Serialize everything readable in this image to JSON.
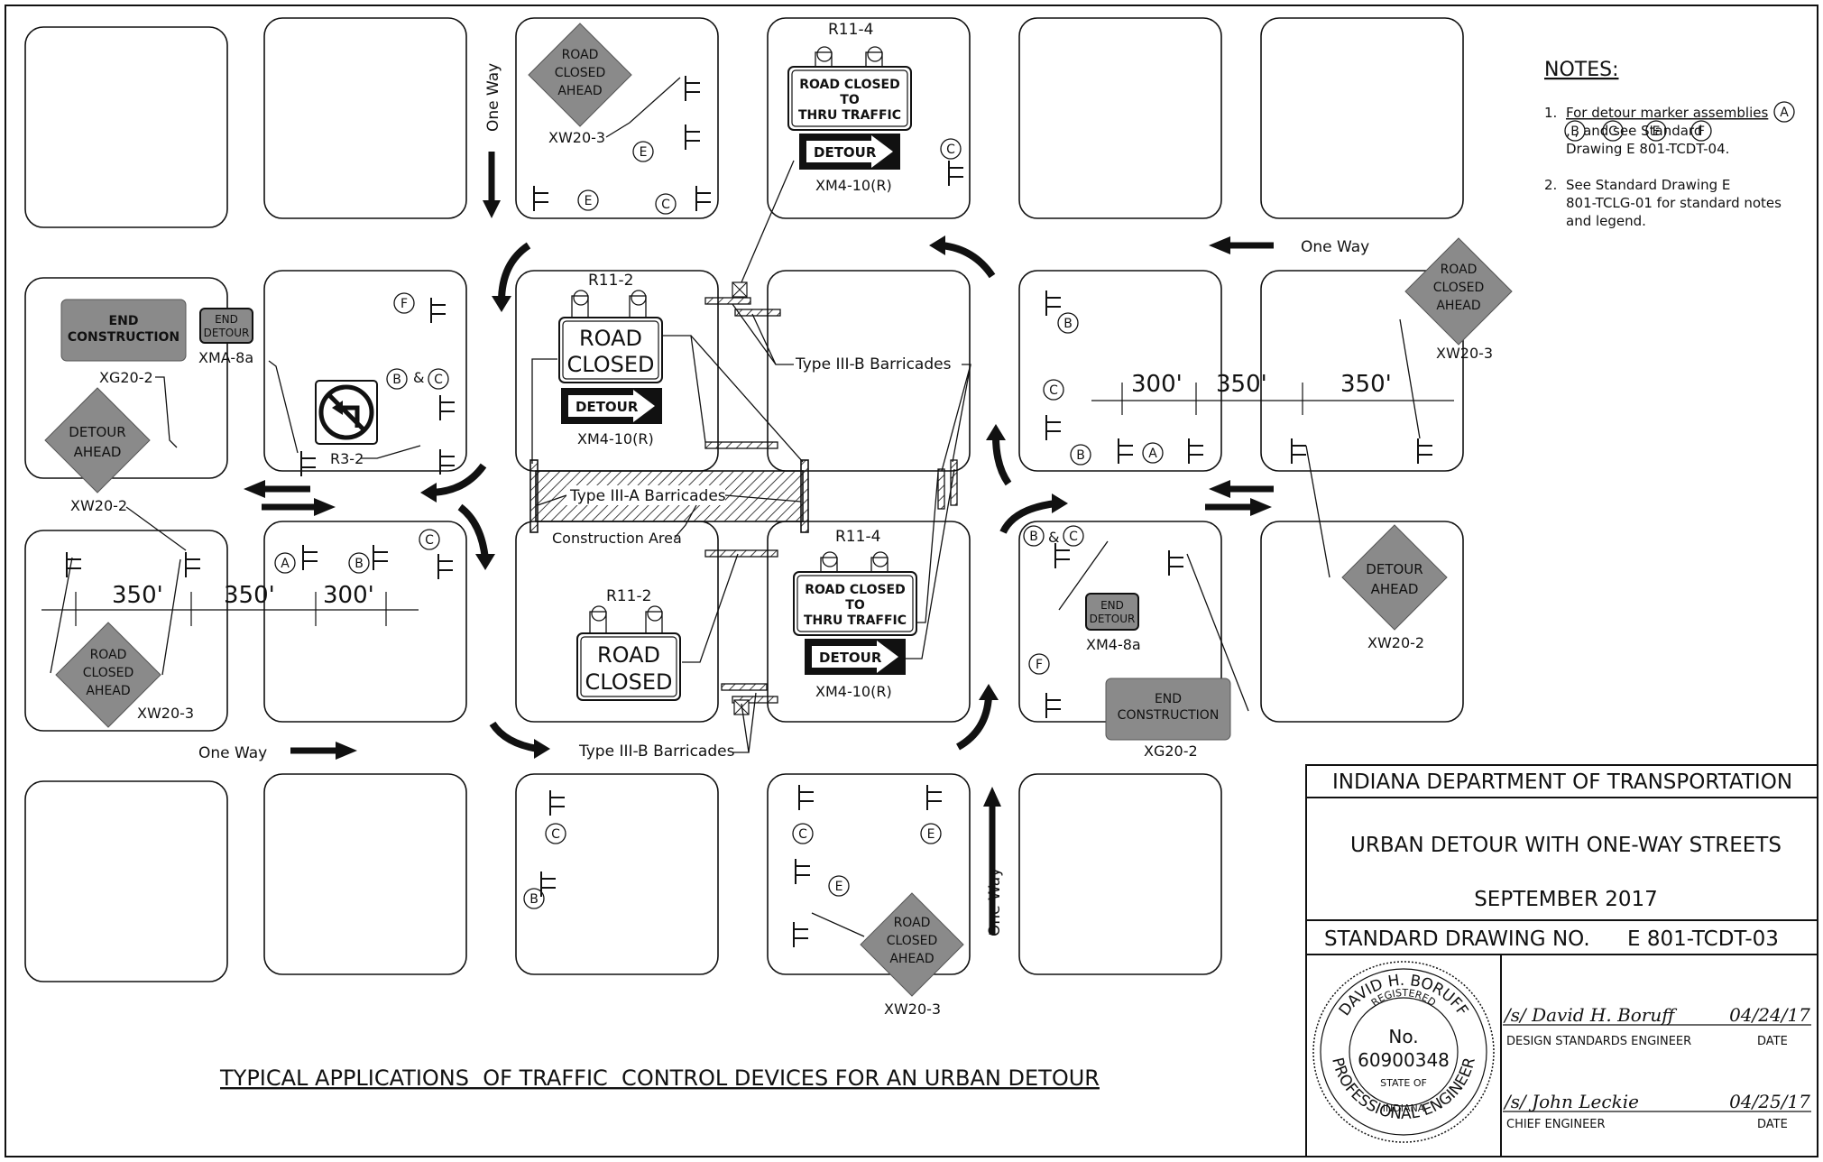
{
  "signs": {
    "road_closed_ahead": "ROAD CLOSED AHEAD",
    "road_closed": "ROAD CLOSED",
    "road_closed_thru": "ROAD CLOSED TO THRU TRAFFIC",
    "detour": "DETOUR",
    "detour_ahead": "DETOUR AHEAD",
    "end_construction": "END CONSTRUCTION",
    "end_detour": "END DETOUR"
  },
  "labels": {
    "one_way": "One Way",
    "xw20_3": "XW20-3",
    "xw20_2": "XW20-2",
    "r11_4": "R11-4",
    "r11_2": "R11-2",
    "xm4_10r": "XM4-10(R)",
    "xg20_2": "XG20-2",
    "xma_8a": "XMA-8a",
    "xm4_8a": "XM4-8a",
    "r3_2": "R3-2",
    "type_iii_b": "Type III-B Barricades",
    "type_iii_a": "Type III-A Barricades",
    "construction_area": "Construction Area",
    "and": "&",
    "d350": "350'",
    "d300": "300'"
  },
  "markers": [
    "A",
    "B",
    "C",
    "E",
    "F"
  ],
  "notes": {
    "title": "NOTES:",
    "items": [
      {
        "num": "1.",
        "text": "For detour marker assemblies A, B, C, E and F see Standard Drawing E 801-TCDT-04."
      },
      {
        "num": "2.",
        "text": "See Standard Drawing E 801-TCLG-01 for standard notes and legend."
      }
    ]
  },
  "title_block": {
    "agency": "INDIANA DEPARTMENT OF TRANSPORTATION",
    "drawing_title": "URBAN DETOUR WITH ONE-WAY STREETS",
    "date": "SEPTEMBER 2017",
    "std_label": "STANDARD DRAWING NO.",
    "std_no": "E 801-TCDT-03",
    "seal": {
      "name": "DAVID H. BORUFF",
      "registered": "REGISTERED",
      "no_label": "No.",
      "number": "60900348",
      "state_of": "STATE OF",
      "state": "INDIANA",
      "profession": "PROFESSIONAL ENGINEER"
    },
    "signatures": [
      {
        "name": "/s/ David H. Boruff",
        "date": "04/24/17",
        "role": "DESIGN STANDARDS ENGINEER",
        "date_label": "DATE"
      },
      {
        "name": "/s/ John Leckie",
        "date": "04/25/17",
        "role": "CHIEF ENGINEER",
        "date_label": "DATE"
      }
    ]
  },
  "caption": "TYPICAL APPLICATIONS  OF TRAFFIC  CONTROL DEVICES FOR AN URBAN DETOUR",
  "colors": {
    "sign_gray": "#8a8a8a",
    "ink": "#111111"
  }
}
